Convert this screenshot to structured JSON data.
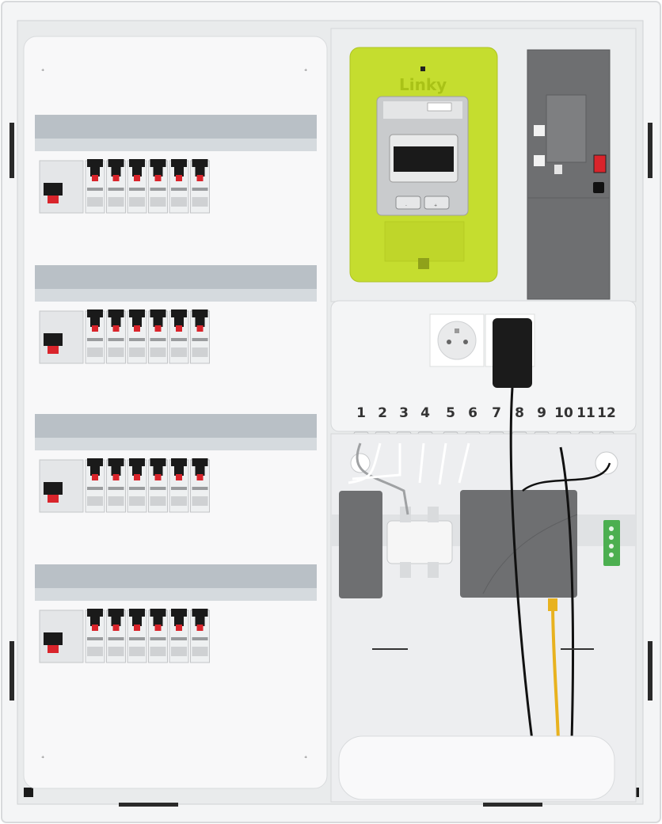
{
  "scene": {
    "description_label": "Electrical distribution panel",
    "meter": {
      "brand": "Linky",
      "buttons": [
        "-",
        "+"
      ]
    },
    "breaker_rows": 4,
    "breakers_per_row": 6,
    "ports": [
      "1",
      "2",
      "3",
      "4",
      "5",
      "6",
      "7",
      "8",
      "9",
      "10",
      "11",
      "12"
    ]
  },
  "colors": {
    "enclosure": "#f2f3f4",
    "meter_green": "#c5dd2f",
    "breaker_black": "#1a1a1a",
    "breaker_red": "#d9242b",
    "gray_box": "#6e6f71",
    "terminal_green": "#4caf50",
    "ethernet_yellow": "#e8b21f"
  }
}
